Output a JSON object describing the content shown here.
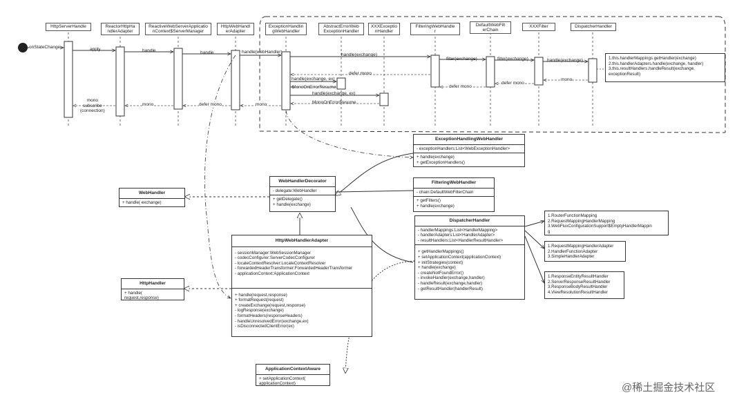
{
  "sequence": {
    "lifelines": [
      "HttpServerHandle",
      "ReactorHttpHa\nndlerAdapter",
      "ReactiveWebServerApplicatio\nnContext$ServerManager",
      "HttpWebHandl\nerAdapter",
      "ExceptionHandlin\ngWebHandler",
      "AbstractErrorWeb\nExceptionHandler",
      "XXXExceptio\nnHandler",
      "FilteringWebHandle\nr",
      "DefaultWebFilt\nerChain",
      "XXXFilter",
      "DispatcherHandler"
    ],
    "start_label": "onStateChange",
    "messages": {
      "apply": "apply",
      "handle1": "handle",
      "handle2": "handle",
      "handle_webhandler": "handle(webHandler)",
      "handle_exchange1": "handle(exchange)",
      "filter1": "filter(exchange)",
      "filter2": "filter(exchange)",
      "handle_exchange2": "handle(exchange)",
      "defer_mono1": "defer mono",
      "handle_ex1": "handle(exchange, ex)",
      "mono_on_error1": "MonoOnErrorResume",
      "handle_ex2": "handle(exchange, ex)",
      "mono_on_error2": "MonoOnErrorResume",
      "defer_mono2": "defer mono",
      "defer_mono3": "defer mono",
      "mono1": "mono",
      "mono2": "mono",
      "defer_mono4": "defer mono",
      "mono3": "mono",
      "mono_subscribe": "mono\nsubscribe\n(connection)"
    },
    "dispatcher_note": "1.this.handlerMappings.getHandler(exchange)\n2.this.handlerAdapters.handle(exchange, handler)\n3.this.resultHandlers.handleResult(exchange,\nexceptionResult)"
  },
  "classes": {
    "exception_handling": {
      "title": "ExceptionHandlingWebHandler",
      "fields": "- exceptionHandlers:List<WebExceptionHandler>",
      "methods": "+ handle(exchange)\n+ getExceptionHandlers()"
    },
    "web_handler_decorator": {
      "title": "WebHandlerDecorator",
      "fields": "- delegate:WebHandler",
      "methods": "+ getDelegate()\n+ handle(exchange)"
    },
    "filtering": {
      "title": "FilteringWebHandler",
      "fields": "- chain:DefaultWebFilterChain",
      "methods": "+ getFilters()\n+ handle(exchange)"
    },
    "web_handler": {
      "title": "WebHandler",
      "methods": "+ handle( exchange)"
    },
    "dispatcher": {
      "title": "DispatcherHandler",
      "fields": "- handlerMappings:List<HandlerMapping>\n- handlerAdapters:List<HandlerAdapter>\n- resultHandlers:List<HandlerResultHandler>",
      "methods": "+ getHandlerMappings()\n+ setApplicationContext(applicationContext)\n+ initStrategies(context)\n+ handle(exchange)\n- createNotFoundError()\n- invokeHandler(exchange,handler)\n- handleResult(exchange,handler)\n- getResultHandler(handlerResult)"
    },
    "http_web_handler_adapter": {
      "title": "HttpWebHandlerAdapter",
      "fields": "- sessionManager:WebSessionManager\n- codecConfigurer:ServerCodecConfigurer\n- localeContextResolver:LocaleContextResolver\n- forwardedHeaderTransformer:ForwardedHeaderTransformer\n- applicationContext:ApplicationContext",
      "methods": "+ handle(request,response)\n+ formatRequest(request)\n+ createExchange(request,response)\n- logResponse(exchange)\n- formatHeaders(responseHeaders)\n- handleUnresolvedError(exchange,ex)\n- isDisconnectedClientError(ex)"
    },
    "http_handler": {
      "title": "HttpHandler",
      "methods": "+ handle(\nrequest,response)"
    },
    "application_context_aware": {
      "title": "ApplicationContextAware",
      "methods": "+ setApplicationContext(\napplicationContext)"
    }
  },
  "notes": {
    "mappings": "1.RouterFunctionMapping\n2.RequestMappingHandlerMapping\n3.WebFluxConfigurationSupport$EmptyHandlerMappin\ng",
    "adapters": "1.RequestMappingHandlerAdapter\n2.HandlerFunctionAdapter\n3.SimpleHandlerAdapter",
    "result_handlers": "1.ResponseEntityResultHandler\n2.ServerResponseResultHandler\n3.ResponseBodyResultHandler\n4.ViewResolutionResultHandler"
  },
  "watermark": "@稀土掘金技术社区"
}
